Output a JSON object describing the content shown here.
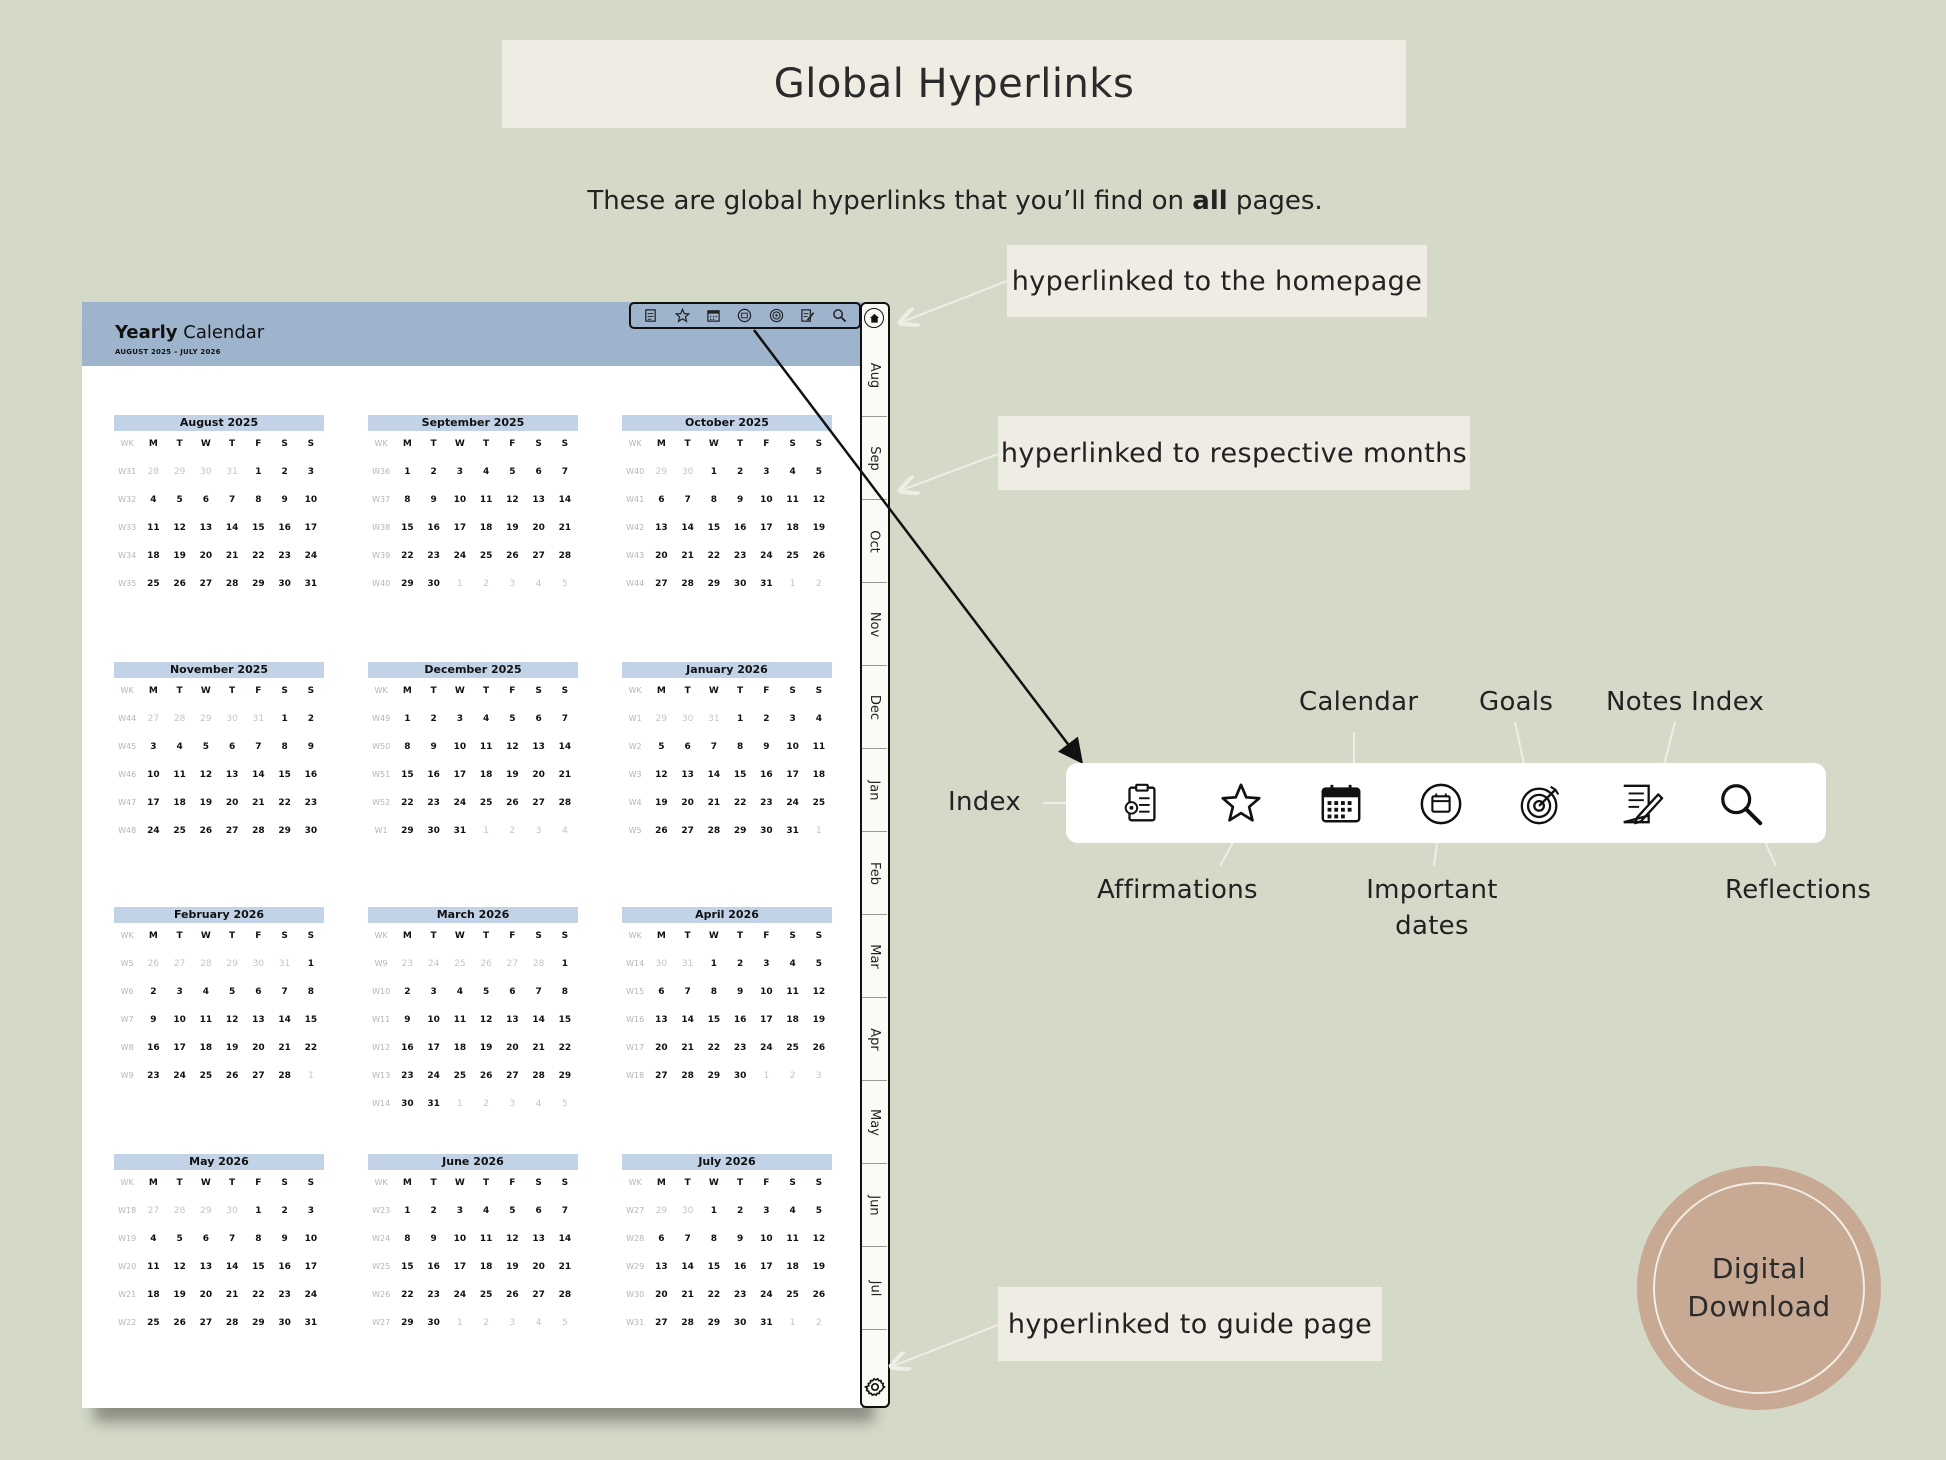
{
  "header": {
    "title": "Global Hyperlinks",
    "subtitle_before": "These are global hyperlinks that you’ll find on ",
    "subtitle_bold": "all",
    "subtitle_after": " pages."
  },
  "callouts": {
    "home": "hyperlinked to the homepage",
    "months": "hyperlinked to respective months",
    "guide": "hyperlinked to guide page"
  },
  "planner": {
    "title_bold": "Yearly",
    "title_rest": " Calendar",
    "subtitle": "AUGUST 2025 – JULY 2026",
    "weekday_headers": [
      "WK",
      "M",
      "T",
      "W",
      "T",
      "F",
      "S",
      "S"
    ],
    "months": [
      {
        "name": "August 2025",
        "rows": [
          [
            "W31",
            "28",
            "29",
            "30",
            "31",
            "1",
            "2",
            "3"
          ],
          [
            "W32",
            "4",
            "5",
            "6",
            "7",
            "8",
            "9",
            "10"
          ],
          [
            "W33",
            "11",
            "12",
            "13",
            "14",
            "15",
            "16",
            "17"
          ],
          [
            "W34",
            "18",
            "19",
            "20",
            "21",
            "22",
            "23",
            "24"
          ],
          [
            "W35",
            "25",
            "26",
            "27",
            "28",
            "29",
            "30",
            "31"
          ]
        ],
        "lead": 4,
        "trail": 0
      },
      {
        "name": "September 2025",
        "rows": [
          [
            "W36",
            "1",
            "2",
            "3",
            "4",
            "5",
            "6",
            "7"
          ],
          [
            "W37",
            "8",
            "9",
            "10",
            "11",
            "12",
            "13",
            "14"
          ],
          [
            "W38",
            "15",
            "16",
            "17",
            "18",
            "19",
            "20",
            "21"
          ],
          [
            "W39",
            "22",
            "23",
            "24",
            "25",
            "26",
            "27",
            "28"
          ],
          [
            "W40",
            "29",
            "30",
            "1",
            "2",
            "3",
            "4",
            "5"
          ]
        ],
        "lead": 0,
        "trail": 5
      },
      {
        "name": "October 2025",
        "rows": [
          [
            "W40",
            "29",
            "30",
            "1",
            "2",
            "3",
            "4",
            "5"
          ],
          [
            "W41",
            "6",
            "7",
            "8",
            "9",
            "10",
            "11",
            "12"
          ],
          [
            "W42",
            "13",
            "14",
            "15",
            "16",
            "17",
            "18",
            "19"
          ],
          [
            "W43",
            "20",
            "21",
            "22",
            "23",
            "24",
            "25",
            "26"
          ],
          [
            "W44",
            "27",
            "28",
            "29",
            "30",
            "31",
            "1",
            "2"
          ]
        ],
        "lead": 2,
        "trail": 2
      },
      {
        "name": "November 2025",
        "rows": [
          [
            "W44",
            "27",
            "28",
            "29",
            "30",
            "31",
            "1",
            "2"
          ],
          [
            "W45",
            "3",
            "4",
            "5",
            "6",
            "7",
            "8",
            "9"
          ],
          [
            "W46",
            "10",
            "11",
            "12",
            "13",
            "14",
            "15",
            "16"
          ],
          [
            "W47",
            "17",
            "18",
            "19",
            "20",
            "21",
            "22",
            "23"
          ],
          [
            "W48",
            "24",
            "25",
            "26",
            "27",
            "28",
            "29",
            "30"
          ]
        ],
        "lead": 5,
        "trail": 0
      },
      {
        "name": "December 2025",
        "rows": [
          [
            "W49",
            "1",
            "2",
            "3",
            "4",
            "5",
            "6",
            "7"
          ],
          [
            "W50",
            "8",
            "9",
            "10",
            "11",
            "12",
            "13",
            "14"
          ],
          [
            "W51",
            "15",
            "16",
            "17",
            "18",
            "19",
            "20",
            "21"
          ],
          [
            "W52",
            "22",
            "23",
            "24",
            "25",
            "26",
            "27",
            "28"
          ],
          [
            "W1",
            "29",
            "30",
            "31",
            "1",
            "2",
            "3",
            "4"
          ]
        ],
        "lead": 0,
        "trail": 4
      },
      {
        "name": "January 2026",
        "rows": [
          [
            "W1",
            "29",
            "30",
            "31",
            "1",
            "2",
            "3",
            "4"
          ],
          [
            "W2",
            "5",
            "6",
            "7",
            "8",
            "9",
            "10",
            "11"
          ],
          [
            "W3",
            "12",
            "13",
            "14",
            "15",
            "16",
            "17",
            "18"
          ],
          [
            "W4",
            "19",
            "20",
            "21",
            "22",
            "23",
            "24",
            "25"
          ],
          [
            "W5",
            "26",
            "27",
            "28",
            "29",
            "30",
            "31",
            "1"
          ]
        ],
        "lead": 3,
        "trail": 1
      },
      {
        "name": "February 2026",
        "rows": [
          [
            "W5",
            "26",
            "27",
            "28",
            "29",
            "30",
            "31",
            "1"
          ],
          [
            "W6",
            "2",
            "3",
            "4",
            "5",
            "6",
            "7",
            "8"
          ],
          [
            "W7",
            "9",
            "10",
            "11",
            "12",
            "13",
            "14",
            "15"
          ],
          [
            "W8",
            "16",
            "17",
            "18",
            "19",
            "20",
            "21",
            "22"
          ],
          [
            "W9",
            "23",
            "24",
            "25",
            "26",
            "27",
            "28",
            "1"
          ]
        ],
        "lead": 6,
        "trail": 1
      },
      {
        "name": "March 2026",
        "rows": [
          [
            "W9",
            "23",
            "24",
            "25",
            "26",
            "27",
            "28",
            "1"
          ],
          [
            "W10",
            "2",
            "3",
            "4",
            "5",
            "6",
            "7",
            "8"
          ],
          [
            "W11",
            "9",
            "10",
            "11",
            "12",
            "13",
            "14",
            "15"
          ],
          [
            "W12",
            "16",
            "17",
            "18",
            "19",
            "20",
            "21",
            "22"
          ],
          [
            "W13",
            "23",
            "24",
            "25",
            "26",
            "27",
            "28",
            "29"
          ],
          [
            "W14",
            "30",
            "31",
            "1",
            "2",
            "3",
            "4",
            "5"
          ]
        ],
        "lead": 6,
        "trail": 5
      },
      {
        "name": "April 2026",
        "rows": [
          [
            "W14",
            "30",
            "31",
            "1",
            "2",
            "3",
            "4",
            "5"
          ],
          [
            "W15",
            "6",
            "7",
            "8",
            "9",
            "10",
            "11",
            "12"
          ],
          [
            "W16",
            "13",
            "14",
            "15",
            "16",
            "17",
            "18",
            "19"
          ],
          [
            "W17",
            "20",
            "21",
            "22",
            "23",
            "24",
            "25",
            "26"
          ],
          [
            "W18",
            "27",
            "28",
            "29",
            "30",
            "1",
            "2",
            "3"
          ]
        ],
        "lead": 2,
        "trail": 3
      },
      {
        "name": "May 2026",
        "rows": [
          [
            "W18",
            "27",
            "28",
            "29",
            "30",
            "1",
            "2",
            "3"
          ],
          [
            "W19",
            "4",
            "5",
            "6",
            "7",
            "8",
            "9",
            "10"
          ],
          [
            "W20",
            "11",
            "12",
            "13",
            "14",
            "15",
            "16",
            "17"
          ],
          [
            "W21",
            "18",
            "19",
            "20",
            "21",
            "22",
            "23",
            "24"
          ],
          [
            "W22",
            "25",
            "26",
            "27",
            "28",
            "29",
            "30",
            "31"
          ]
        ],
        "lead": 4,
        "trail": 0
      },
      {
        "name": "June 2026",
        "rows": [
          [
            "W23",
            "1",
            "2",
            "3",
            "4",
            "5",
            "6",
            "7"
          ],
          [
            "W24",
            "8",
            "9",
            "10",
            "11",
            "12",
            "13",
            "14"
          ],
          [
            "W25",
            "15",
            "16",
            "17",
            "18",
            "19",
            "20",
            "21"
          ],
          [
            "W26",
            "22",
            "23",
            "24",
            "25",
            "26",
            "27",
            "28"
          ],
          [
            "W27",
            "29",
            "30",
            "1",
            "2",
            "3",
            "4",
            "5"
          ]
        ],
        "lead": 0,
        "trail": 5
      },
      {
        "name": "July 2026",
        "rows": [
          [
            "W27",
            "29",
            "30",
            "1",
            "2",
            "3",
            "4",
            "5"
          ],
          [
            "W28",
            "6",
            "7",
            "8",
            "9",
            "10",
            "11",
            "12"
          ],
          [
            "W29",
            "13",
            "14",
            "15",
            "16",
            "17",
            "18",
            "19"
          ],
          [
            "W30",
            "20",
            "21",
            "22",
            "23",
            "24",
            "25",
            "26"
          ],
          [
            "W31",
            "27",
            "28",
            "29",
            "30",
            "31",
            "1",
            "2"
          ]
        ],
        "lead": 2,
        "trail": 2
      }
    ]
  },
  "sidebar": {
    "tabs": [
      "Aug",
      "Sep",
      "Oct",
      "Nov",
      "Dec",
      "Jan",
      "Feb",
      "Mar",
      "Apr",
      "May",
      "Jun",
      "Jul"
    ],
    "home_icon": "home-icon",
    "settings_icon": "gear-icon"
  },
  "icon_legend": {
    "index": "Index",
    "calendar": "Calendar",
    "goals": "Goals",
    "notes_index": "Notes Index",
    "affirmations": "Affirmations",
    "important_dates_line1": "Important",
    "important_dates_line2": "dates",
    "reflections": "Reflections"
  },
  "badge": {
    "line1": "Digital",
    "line2": "Download"
  }
}
